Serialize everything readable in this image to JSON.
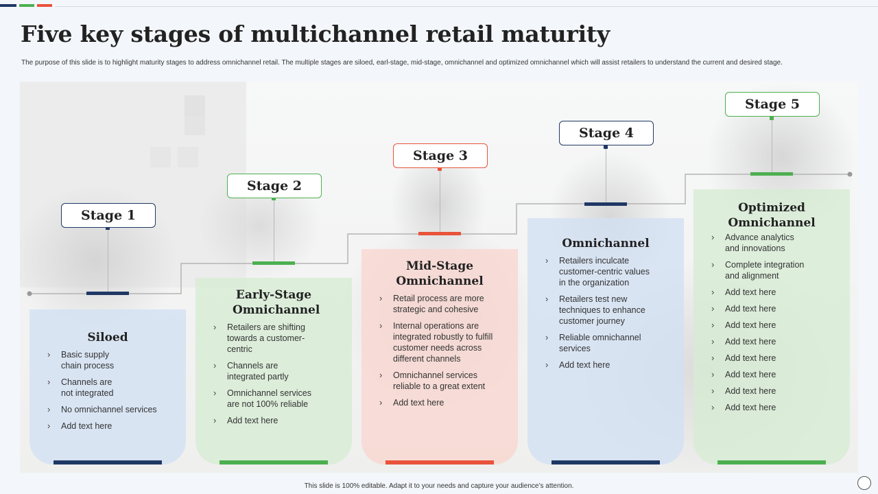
{
  "header": {
    "title": "Five key stages of multichannel retail maturity",
    "subtitle": "The purpose of this slide is to highlight maturity stages to address omnichannel retail. The multiple  stages are siloed, earl-stage, mid-stage, omnichannel and optimized omnichannel  which will assist retailers to understand the current and desired stage."
  },
  "colors": {
    "navy": "#1f3864",
    "green": "#4caf50",
    "orange": "#e8533a",
    "card_blue": "#dbe6f5",
    "card_green": "#e1f0e0",
    "card_red": "#f8ddd8"
  },
  "stages": [
    {
      "label": "Stage 1",
      "title": "Siloed",
      "color": "navy",
      "points": [
        "Basic supply chain process",
        "Channels are not integrated",
        "No omnichannel services",
        "Add text here"
      ]
    },
    {
      "label": "Stage 2",
      "title": "Early-Stage Omnichannel",
      "color": "green",
      "points": [
        "Retailers are shifting towards a customer-centric",
        "Channels are integrated partly",
        "Omnichannel services are not 100% reliable",
        "Add text here"
      ]
    },
    {
      "label": "Stage 3",
      "title": "Mid-Stage Omnichannel",
      "color": "orange",
      "points": [
        "Retail process are more strategic and cohesive",
        "Internal operations are integrated robustly to fulfill customer needs across different channels",
        "Omnichannel services reliable to a great extent",
        "Add text here"
      ]
    },
    {
      "label": "Stage 4",
      "title": "Omnichannel",
      "color": "navy",
      "points": [
        "Retailers inculcate customer-centric values in the organization",
        "Retailers test new techniques to enhance customer journey",
        "Reliable omnichannel services",
        "Add text here"
      ]
    },
    {
      "label": "Stage 5",
      "title": "Optimized Omnichannel",
      "color": "green",
      "points": [
        "Advance analytics and innovations",
        "Complete integration and alignment",
        "Add text here",
        "Add text here",
        "Add text here",
        "Add text here",
        "Add text here",
        "Add text here",
        "Add text here",
        "Add text here"
      ]
    }
  ],
  "footer": {
    "text": "This slide is 100% editable.  Adapt it to your needs and capture your audience’s attention."
  }
}
